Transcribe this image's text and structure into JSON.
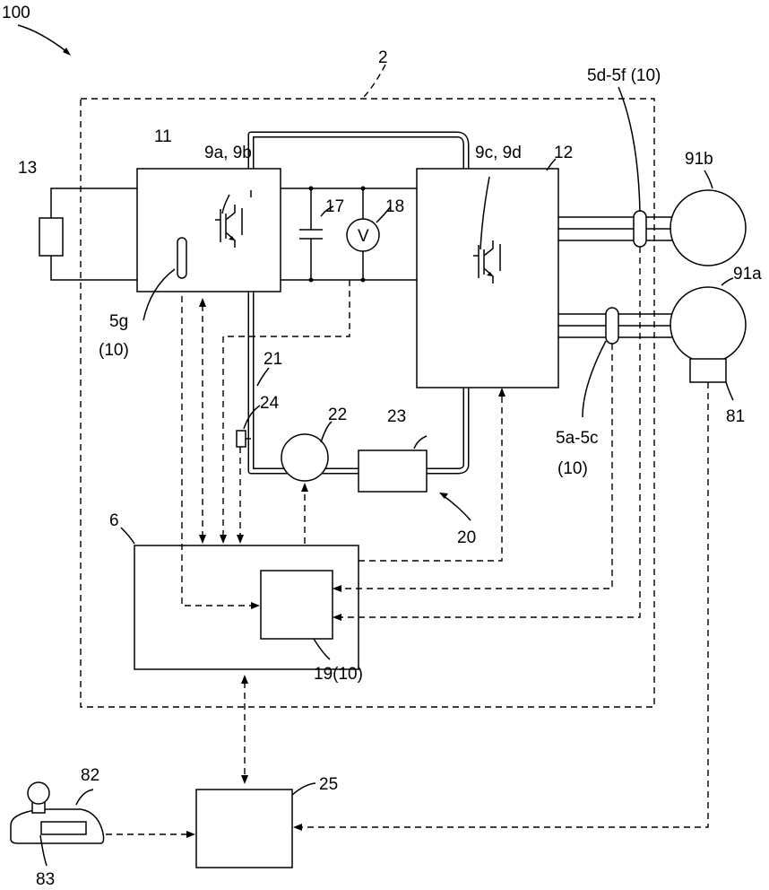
{
  "labels": {
    "system": "100",
    "unit": "2",
    "converter": "11",
    "inverter": "12",
    "battery": "13",
    "converter_switch": "9a, 9b",
    "inverter_switch": "9c, 9d",
    "capacitor": "17",
    "voltmeter": "18",
    "voltmeter_symbol": "V",
    "sensor_5g": "5g",
    "sensor_5g_sub": "(10)",
    "coolant_path": "21",
    "valve": "24",
    "pump": "22",
    "radiator": "23",
    "cooling_system": "20",
    "controller": "6",
    "detector": "19(10)",
    "host_controller": "25",
    "sensors_5d_5f": "5d-5f (10)",
    "sensors_5a_5c": "5a-5c",
    "sensors_5a_5c_sub": "(10)",
    "motor_b": "91b",
    "motor_a": "91a",
    "motor_sensor": "81",
    "operation_lever": "82",
    "lever_sensor": "83"
  }
}
